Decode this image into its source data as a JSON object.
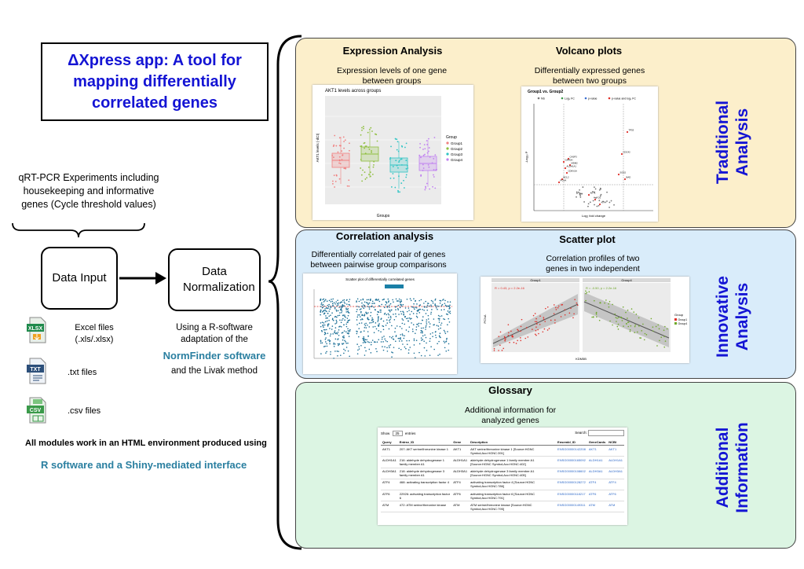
{
  "title": "ΔXpress app: A tool for mapping differentially correlated genes",
  "experiments_text": "qRT-PCR Experiments including housekeeping and informative genes (Cycle threshold values)",
  "data_input_label": "Data Input",
  "normalization_label": "Data Normalization",
  "normalization_note": {
    "line1": "Using a R-software adaptation of the",
    "highlight": "NormFinder software",
    "line3": "and the Livak method"
  },
  "files": [
    {
      "icon_text": "XLSX",
      "label": "Excel files (.xls/.xlsx)"
    },
    {
      "icon_text": "TXT",
      "label": ".txt files"
    },
    {
      "icon_text": "CSV",
      "label": ".csv files"
    }
  ],
  "footer_note": "All modules work in an HTML environment produced using",
  "footer_highlight": "R software and a Shiny-mediated interface",
  "colors": {
    "accent_blue": "#1414d4",
    "teal": "#2a7fa0",
    "panel_yellow": "#fcefcb",
    "panel_blue": "#d9ecfa",
    "panel_green": "#dcf5e3"
  },
  "panels": {
    "traditional": {
      "side_label": "Traditional Analysis",
      "expression": {
        "title": "Expression Analysis",
        "subtitle": "Expression levels of one gene between groups",
        "chart_title": "AKT1 levels across groups",
        "ylabel": "AKT1 levels (-dCt)",
        "xlabel": "Groups",
        "legend_title": "Group",
        "legend": [
          "Group1",
          "Group2",
          "Group3",
          "Group4"
        ]
      },
      "volcano": {
        "title": "Volcano plots",
        "subtitle": "Differentially expressed genes between two groups",
        "chart_title": "Group1 vs. Group2",
        "xlabel": "Log₂ fold change",
        "ylabel": "-Log₁₀ P",
        "legend": [
          "NS",
          "Log₂ FC",
          "p-value",
          "p-value and log₂ FC"
        ],
        "labels": [
          "TP53",
          "CDC42",
          "SOD2",
          "BAD",
          "CASP3",
          "GAPDH",
          "ALDH1A1",
          "CDKN1A",
          "BCL2",
          "PCNA",
          "MDM2",
          "AKT1",
          "FOS",
          "ATF4"
        ]
      }
    },
    "innovative": {
      "side_label": "Innovative Analysis",
      "correlation": {
        "title": "Correlation analysis",
        "subtitle": "Differentially correlated pair of genes between pairwise group comparisons",
        "chart_title": "Scatter plot of differentially correlated genes"
      },
      "scatter": {
        "title": "Scatter plot",
        "subtitle": "Correlation profiles of two genes in two independent groups",
        "facet_left": "Group1",
        "facet_right": "Group4",
        "stat_left": "R = 0.43, p = 2.2e-16",
        "stat_right": "R = -0.50, p = 2.2e-16",
        "xlabel": "KDM5B",
        "ylabel": "PCNA",
        "legend_title": "Group",
        "legend": [
          "Group1",
          "Group4"
        ]
      }
    },
    "additional": {
      "side_label": "Additional Information",
      "glossary": {
        "title": "Glossary",
        "subtitle": "Additional information for analyzed genes",
        "show_label": "Show",
        "entries_count": "25",
        "entries_label": "entries",
        "search_label": "Search:",
        "columns": [
          "Query",
          "Entrez_ID",
          "Gene",
          "Description",
          "Ensembl_ID",
          "GeneCards",
          "NCBI"
        ],
        "rows": [
          [
            "AKT1",
            "207: AKT serine/threonine kinase 1",
            "AKT1",
            "AKT serine/threonine kinase 1 [Source:HGNC Symbol;Acc:HGNC:391]",
            "ENSG00000142208",
            "AKT1",
            "AKT1"
          ],
          [
            "ALDH1A1",
            "216: aldehyde dehydrogenase 1 family member A1",
            "ALDH1A1",
            "aldehyde dehydrogenase 1 family member A1 [Source:HGNC Symbol;Acc:HGNC:402]",
            "ENSG00000165092",
            "ALDH1A1",
            "ALDH1A1"
          ],
          [
            "ALDH3A1",
            "218: aldehyde dehydrogenase 3 family member A1",
            "ALDH3A1",
            "aldehyde dehydrogenase 3 family member A1 [Source:HGNC Symbol;Acc:HGNC:405]",
            "ENSG00000108602",
            "ALDH3A1",
            "ALDH3A1"
          ],
          [
            "ATF4",
            "468: activating transcription factor 4",
            "ATF4",
            "activating transcription factor 4 [Source:HGNC Symbol;Acc:HGNC:786]",
            "ENSG00000128272",
            "ATF4",
            "ATF4"
          ],
          [
            "ATF6",
            "22926: activating transcription factor 6",
            "ATF6",
            "activating transcription factor 6 [Source:HGNC Symbol;Acc:HGNC:791]",
            "ENSG00000118217",
            "ATF6",
            "ATF6"
          ],
          [
            "ATM",
            "472: ATM serine/threonine kinase",
            "ATM",
            "ATM serine/threonine kinase [Source:HGNC Symbol;Acc:HGNC:795]",
            "ENSG00000149311",
            "ATM",
            "ATM"
          ]
        ]
      }
    }
  }
}
